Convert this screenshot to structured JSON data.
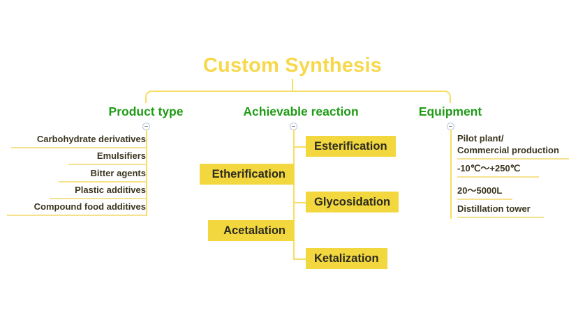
{
  "diagram": {
    "title": "Custom Synthesis",
    "title_color": "#F7D84B",
    "header_color": "#1F9B16",
    "chip_fill": "#F3D73F",
    "line_color": "#F8DE62",
    "underline_color": "#F6E28E",
    "background": "#FFFFFF",
    "toggle_icon": "collapse-minus-icon",
    "branches": [
      {
        "header": "Product type",
        "style": "underline-right-aligned",
        "items": [
          {
            "label": "Carbohydrate derivatives"
          },
          {
            "label": "Emulsifiers"
          },
          {
            "label": "Bitter agents"
          },
          {
            "label": "Plastic additives"
          },
          {
            "label": "Compound food additives"
          }
        ]
      },
      {
        "header": "Achievable reaction",
        "style": "filled-chip-alternating",
        "items": [
          {
            "label": "Esterification",
            "side": "right"
          },
          {
            "label": "Etherification",
            "side": "left"
          },
          {
            "label": "Glycosidation",
            "side": "right"
          },
          {
            "label": "Acetalation",
            "side": "left"
          },
          {
            "label": "Ketalization",
            "side": "right"
          }
        ]
      },
      {
        "header": "Equipment",
        "style": "underline-left-aligned",
        "items": [
          {
            "label": "Pilot plant/",
            "label2": "Commercial production"
          },
          {
            "label": "-10℃～+250℃"
          },
          {
            "label": "20～5000L"
          },
          {
            "label": "Distillation tower"
          }
        ]
      }
    ]
  }
}
